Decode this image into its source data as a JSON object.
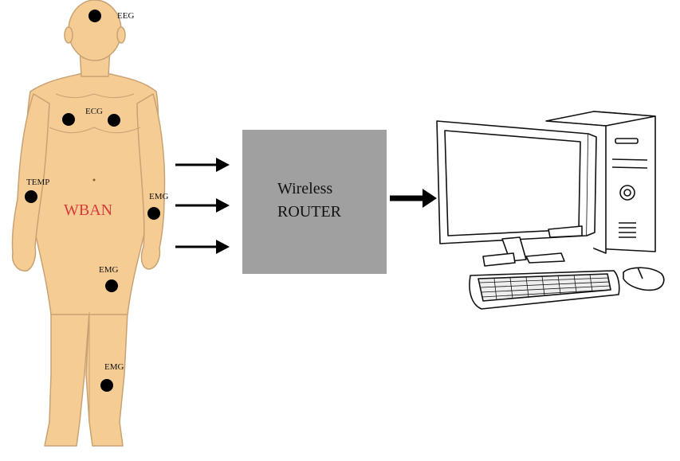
{
  "sensors": {
    "eeg": "EEG",
    "ecg": "ECG",
    "temp": "TEMP",
    "emg_arm": "EMG",
    "emg_thigh": "EMG",
    "emg_leg": "EMG"
  },
  "body_label": "WBAN",
  "router": {
    "line1": "Wireless",
    "line2": "ROUTER"
  },
  "colors": {
    "skin": "#f6cc95",
    "skin_outline": "#c9a273",
    "router_box": "#a0a0a0",
    "body_label": "#d83a3a",
    "arrow": "#000000"
  },
  "icons": {
    "computer": "desktop-computer-icon",
    "sensor": "sensor-dot-icon"
  }
}
